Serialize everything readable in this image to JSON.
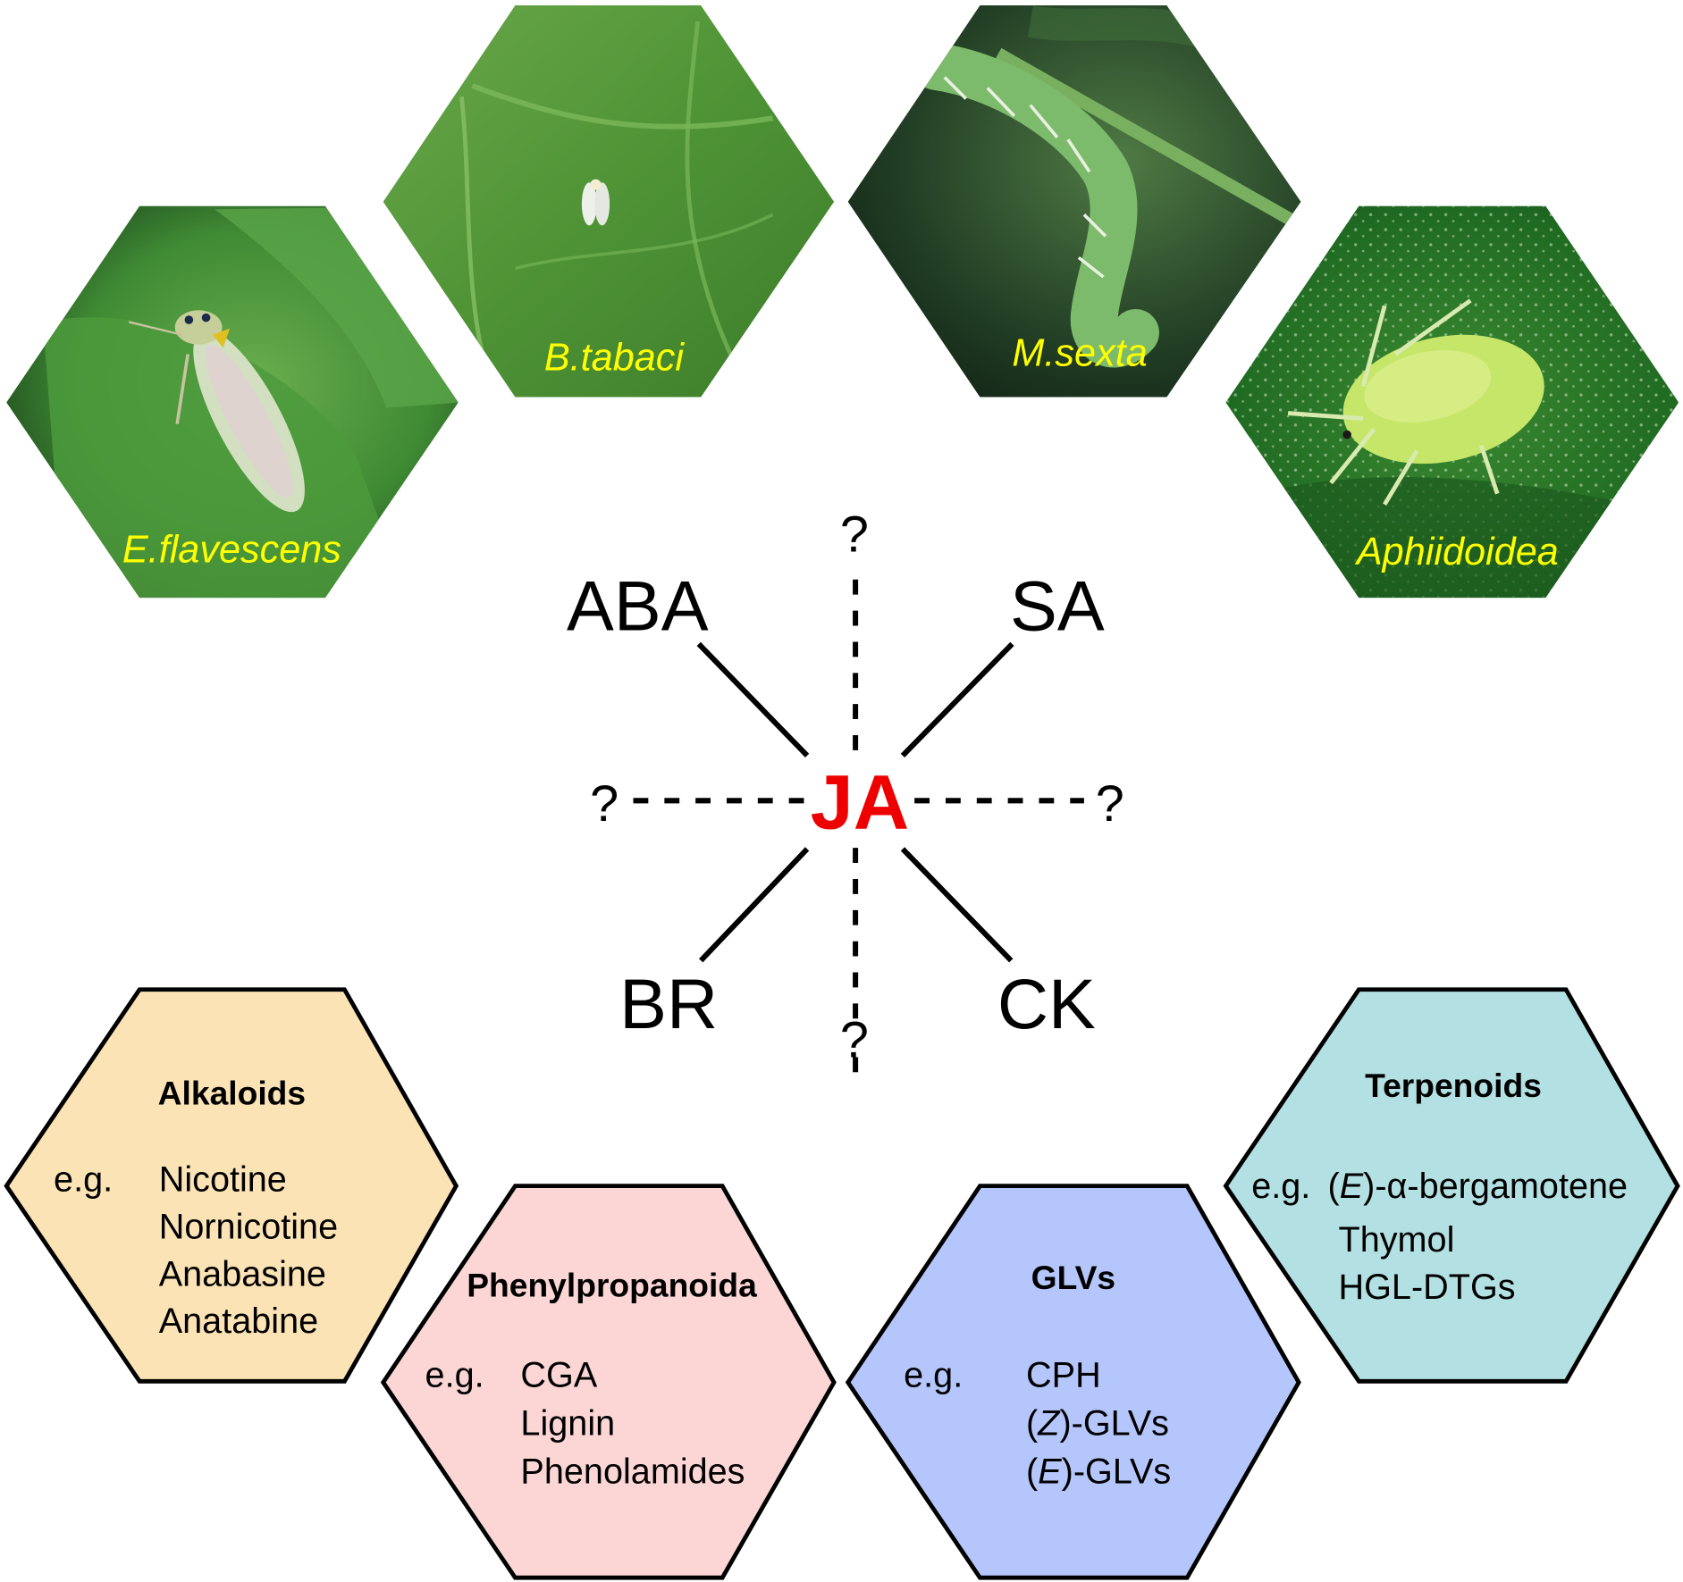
{
  "center": {
    "label": "JA",
    "color": "#ee0000",
    "unknown_marker": "?"
  },
  "hormones": [
    {
      "id": "aba",
      "label": "ABA"
    },
    {
      "id": "sa",
      "label": "SA"
    },
    {
      "id": "br",
      "label": "BR"
    },
    {
      "id": "ck",
      "label": "CK"
    }
  ],
  "unknown_links": [
    "?",
    "?",
    "?",
    "?"
  ],
  "insects": [
    {
      "label": "E.flavescens"
    },
    {
      "label": "B.tabaci"
    },
    {
      "label": "M.sexta"
    },
    {
      "label": "Aphiidoidea"
    }
  ],
  "label_color": "#ffff00",
  "metabolites": [
    {
      "title": "Alkaloids",
      "prefix": "e.g.",
      "items": [
        "Nicotine",
        "Nornicotine",
        "Anabasine",
        "Anatabine"
      ],
      "color": "#fbe3b5"
    },
    {
      "title": "Phenylpropanoida",
      "prefix": "e.g.",
      "items": [
        "CGA",
        "Lignin",
        "Phenolamides"
      ],
      "color": "#fbd6d5"
    },
    {
      "title": "GLVs",
      "prefix": "e.g.",
      "items": [
        "CPH",
        "(Z)-GLVs",
        "(E)-GLVs"
      ],
      "items_parts": [
        {
          "pre": "",
          "ital": "",
          "post": "CPH"
        },
        {
          "pre": "(",
          "ital": "Z",
          "post": ")-GLVs"
        },
        {
          "pre": "(",
          "ital": "E",
          "post": ")-GLVs"
        }
      ],
      "color": "#b4c6fb"
    },
    {
      "title": "Terpenoids",
      "prefix": "e.g.",
      "items": [
        "(E)-α-bergamotene",
        "Thymol",
        "HGL-DTGs"
      ],
      "items_parts": [
        {
          "pre": "(",
          "ital": "E",
          "post": ")-α-bergamotene"
        },
        {
          "pre": "",
          "ital": "",
          "post": "Thymol"
        },
        {
          "pre": "",
          "ital": "",
          "post": "HGL-DTGs"
        }
      ],
      "color": "#b3e0e2"
    }
  ]
}
